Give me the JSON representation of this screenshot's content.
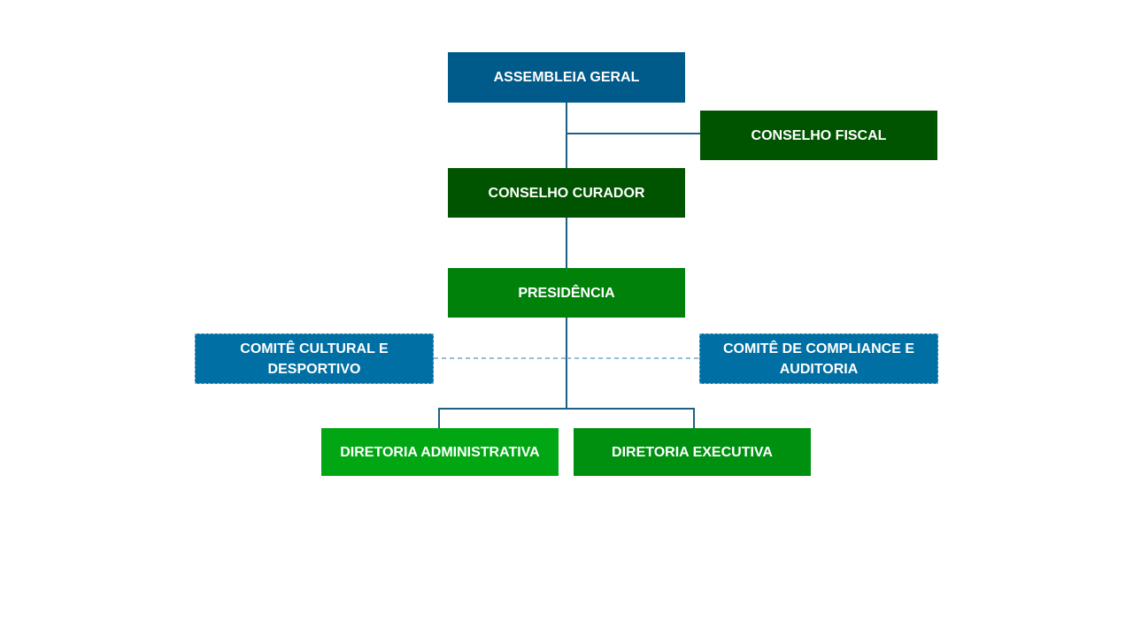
{
  "org_chart": {
    "nodes": {
      "assembleia_geral": {
        "label": "ASSEMBLEIA GERAL",
        "color": "#005a8a"
      },
      "conselho_fiscal": {
        "label": "CONSELHO FISCAL",
        "color": "#005400"
      },
      "conselho_curador": {
        "label": "CONSELHO CURADOR",
        "color": "#005400"
      },
      "presidencia": {
        "label": "PRESIDÊNCIA",
        "color": "#00810a"
      },
      "comite_cultural": {
        "label": "COMITÊ CULTURAL E DESPORTIVO",
        "color": "#006fa3"
      },
      "comite_compliance": {
        "label": "COMITÊ DE COMPLIANCE E AUDITORIA",
        "color": "#006fa3"
      },
      "diretoria_administrativa": {
        "label": "DIRETORIA ADMINISTRATIVA",
        "color": "#00a713"
      },
      "diretoria_executiva": {
        "label": "DIRETORIA EXECUTIVA",
        "color": "#00900f"
      }
    },
    "edges": [
      {
        "from": "assembleia_geral",
        "to": "conselho_curador",
        "style": "solid"
      },
      {
        "from": "assembleia_geral",
        "to": "conselho_fiscal",
        "style": "solid"
      },
      {
        "from": "conselho_curador",
        "to": "presidencia",
        "style": "solid"
      },
      {
        "from": "presidencia",
        "to": "diretoria_administrativa",
        "style": "solid"
      },
      {
        "from": "presidencia",
        "to": "diretoria_executiva",
        "style": "solid"
      },
      {
        "from": "presidencia",
        "to": "comite_cultural",
        "style": "dashed"
      },
      {
        "from": "presidencia",
        "to": "comite_compliance",
        "style": "dashed"
      }
    ],
    "line_color": "#1e5f85",
    "dashed_line_color": "#6fa8d3"
  }
}
